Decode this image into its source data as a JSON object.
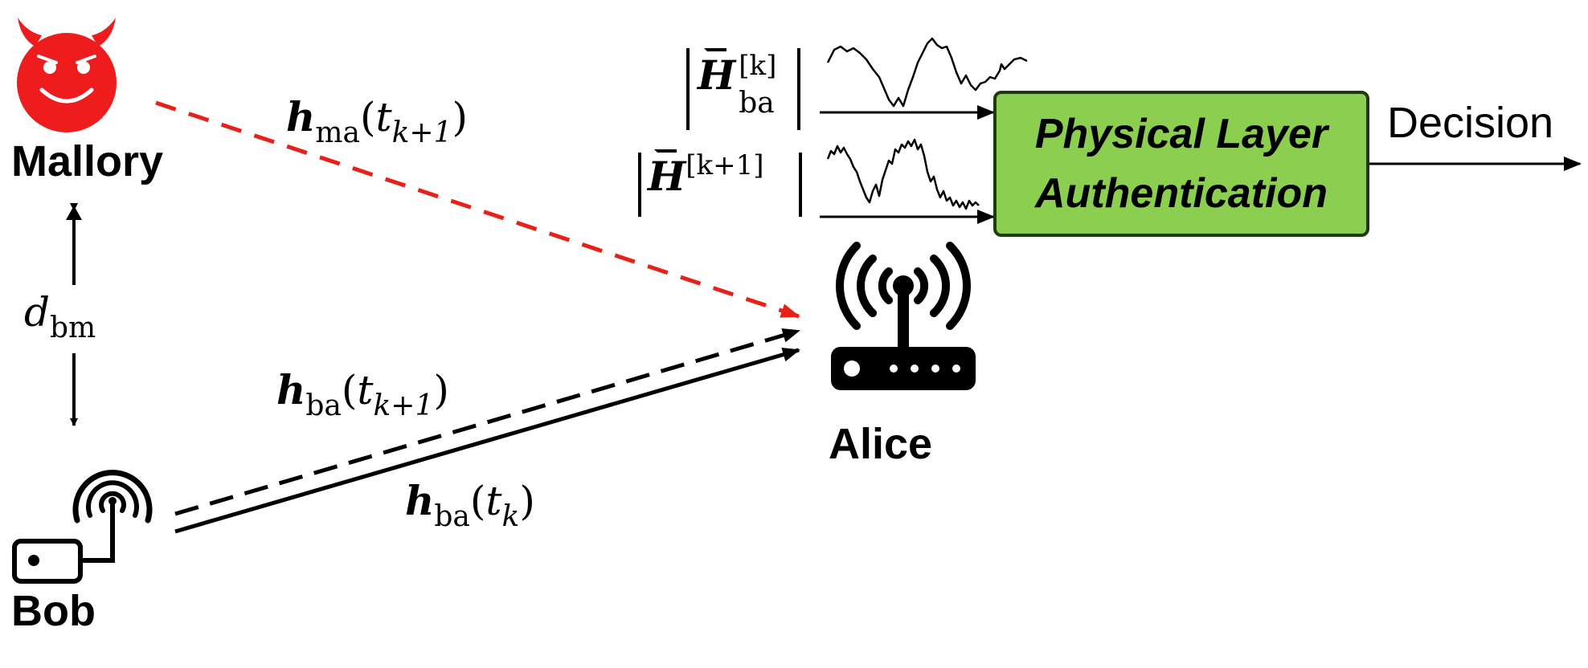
{
  "entities": {
    "mallory": "Mallory",
    "bob": "Bob",
    "alice": "Alice"
  },
  "distance_label": {
    "symbol": "d",
    "sub": "bm"
  },
  "channels": {
    "mallory_alice": {
      "symbol": "h",
      "sub": "ma",
      "arg": "t",
      "arg_sub": "k+1"
    },
    "bob_alice_next": {
      "symbol": "h",
      "sub": "ba",
      "arg": "t",
      "arg_sub": "k+1"
    },
    "bob_alice_current": {
      "symbol": "h",
      "sub": "ba",
      "arg": "t",
      "arg_sub": "k"
    }
  },
  "estimates": {
    "first": {
      "symbol": "H",
      "sup": "[k]",
      "sub": "ba"
    },
    "second": {
      "symbol": "H",
      "sup": "[k+1]"
    }
  },
  "plab": {
    "line1": "Physical Layer",
    "line2": "Authentication"
  },
  "output_label": "Decision",
  "colors": {
    "attack": "#e8201a",
    "legit": "#000000",
    "plab_fill": "#8cce4f",
    "plab_border": "#1f3a0c",
    "devil": "#ee1c1c"
  },
  "icons": {
    "mallory": "devil-face-icon",
    "bob": "transmitter-icon",
    "alice": "router-icon"
  }
}
